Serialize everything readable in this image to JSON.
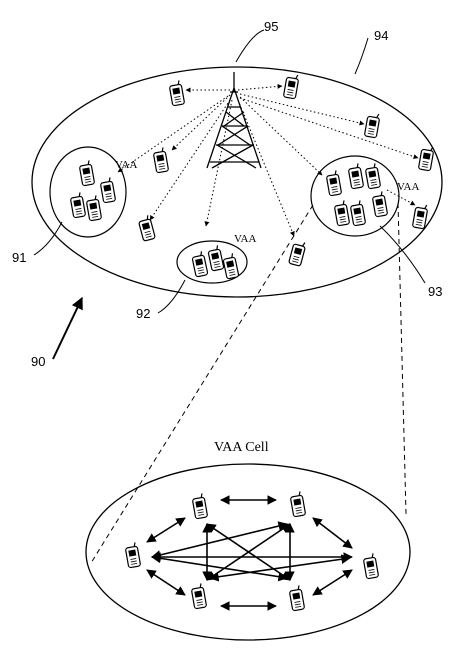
{
  "labels": {
    "ref_94": "94",
    "ref_95": "95",
    "ref_91": "91",
    "ref_92": "92",
    "ref_93": "93",
    "ref_90": "90",
    "vaa_left": "VAA",
    "vaa_bottom": "VAA",
    "vaa_right": "VAA",
    "cell_title": "VAA Cell"
  },
  "colors": {
    "ink": "#000000",
    "background": "#ffffff"
  },
  "icons": {
    "tower": "cell-tower-icon",
    "device": "mobile-phone-icon",
    "pointer": "arrow-icon"
  }
}
